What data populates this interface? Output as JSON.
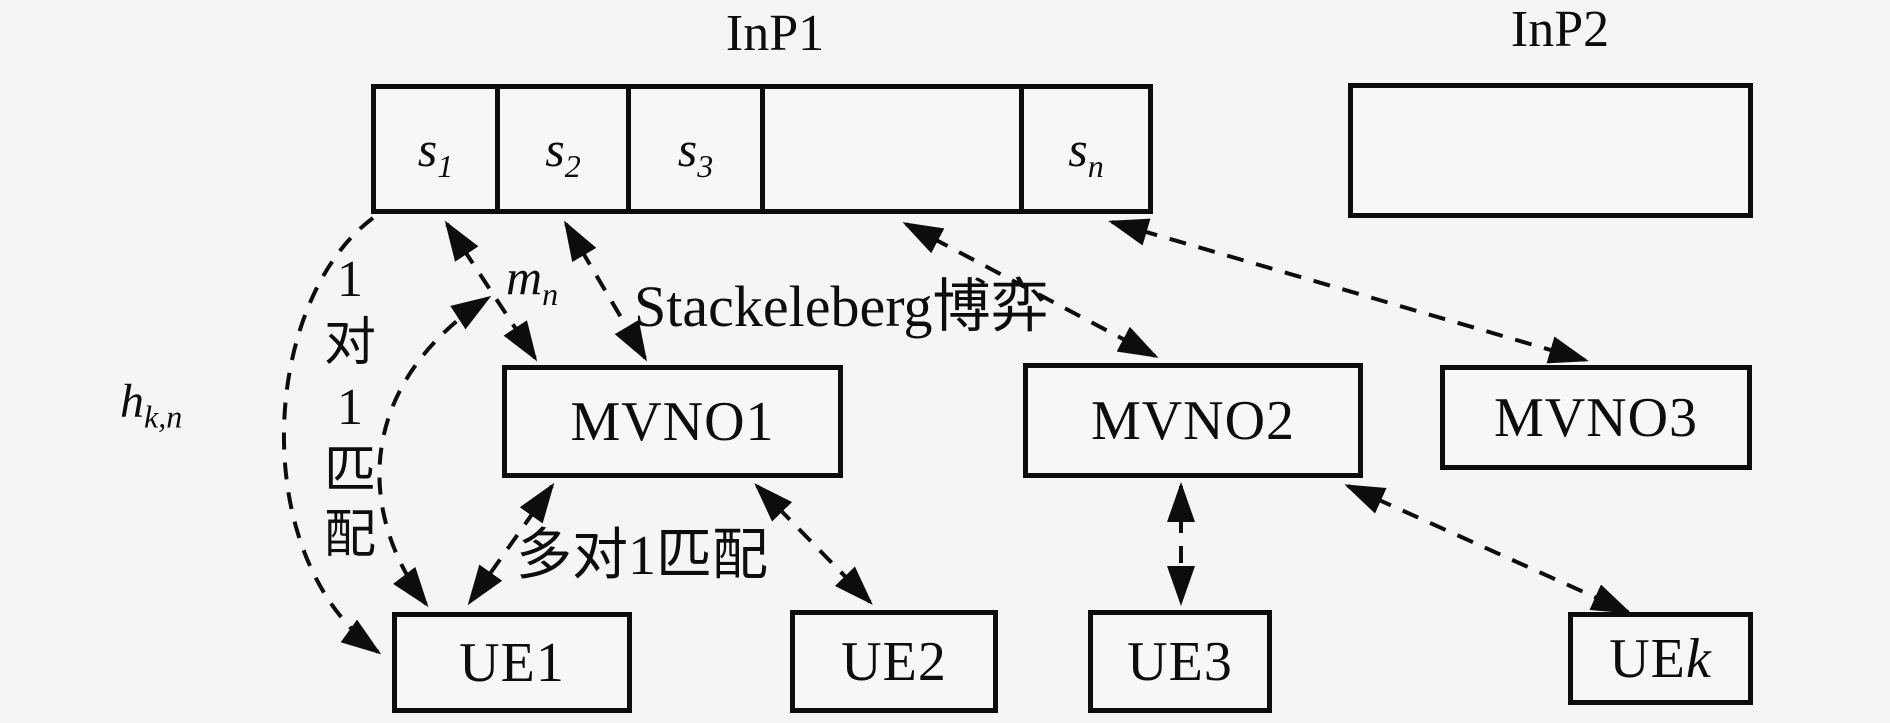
{
  "colors": {
    "background": "#f5f5f4",
    "line": "#0d0d0d"
  },
  "inp1": {
    "title": "InP1",
    "blocks": [
      {
        "base": "s",
        "sub": "1"
      },
      {
        "base": "s",
        "sub": "2"
      },
      {
        "base": "s",
        "sub": "3"
      },
      {
        "base": "",
        "sub": ""
      },
      {
        "base": "s",
        "sub": "n"
      }
    ]
  },
  "inp2": {
    "title": "InP2"
  },
  "mvnos": [
    {
      "label": "MVNO1"
    },
    {
      "label": "MVNO2"
    },
    {
      "label": "MVNO3"
    }
  ],
  "ues": [
    {
      "label": "UE1"
    },
    {
      "label": "UE2"
    },
    {
      "label": "UE3"
    },
    {
      "base": "UE",
      "italic_suffix": "k"
    }
  ],
  "annotations": {
    "channel_gain": {
      "base": "h",
      "sub": "k,n"
    },
    "price": {
      "base": "m",
      "sub": "n"
    },
    "one_to_one_matching": "1对1匹配",
    "stackelberg_game": "Stackeleberg博弈",
    "many_to_one_matching": "多对1匹配"
  }
}
